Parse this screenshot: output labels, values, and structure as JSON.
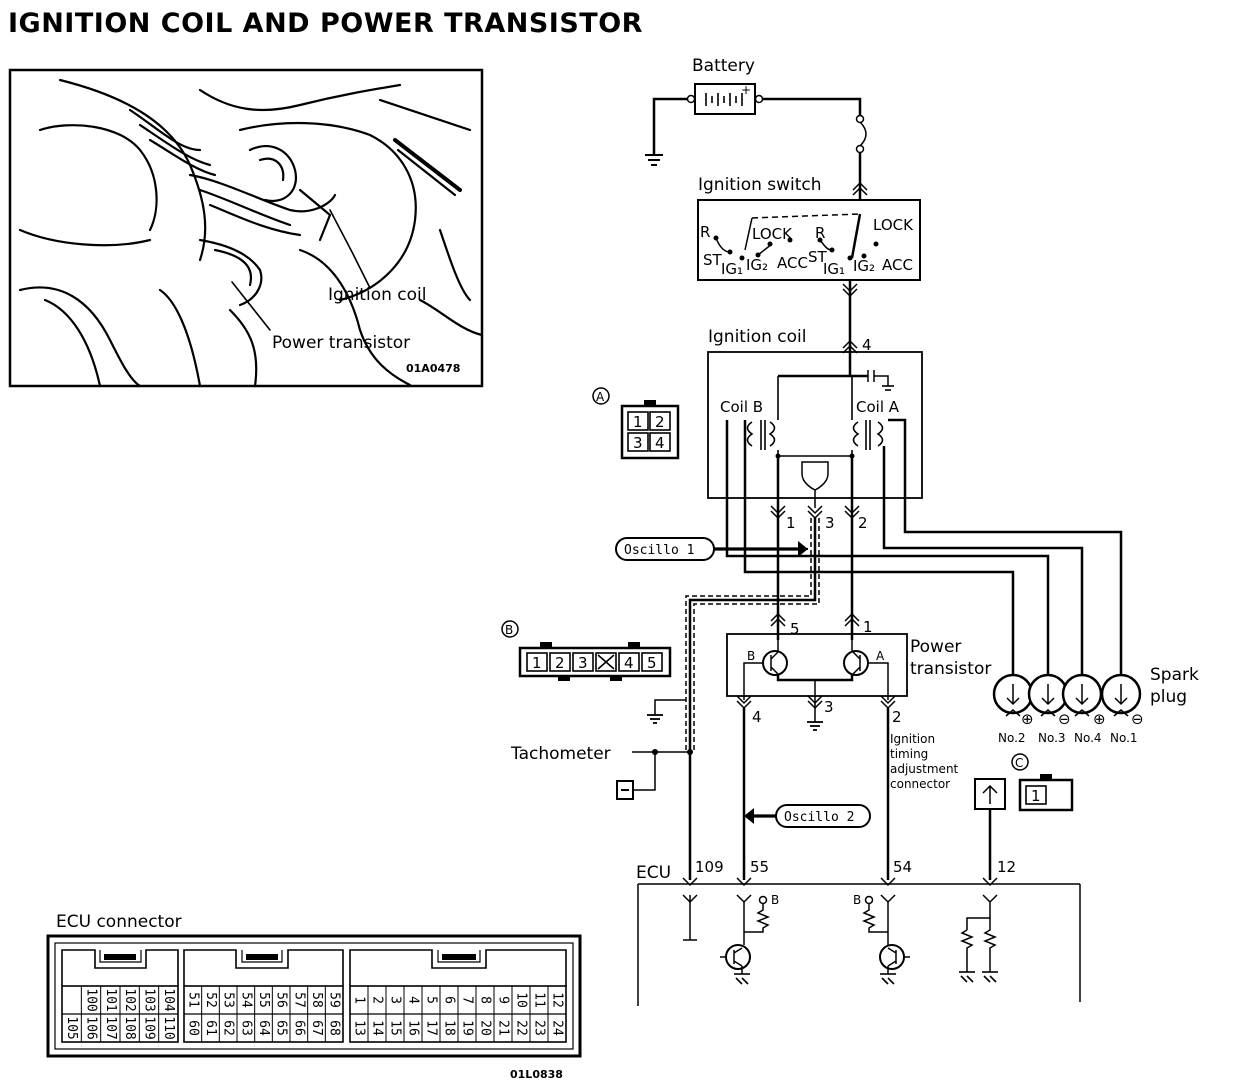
{
  "title": "IGNITION COIL AND POWER TRANSISTOR",
  "photo": {
    "callout_ignition_coil": "Ignition coil",
    "callout_power_transistor": "Power transistor",
    "code": "01A0478"
  },
  "components": {
    "battery": "Battery",
    "ignition_switch": "Ignition switch",
    "ignition_coil": "Ignition coil",
    "coil_a": "Coil A",
    "coil_b": "Coil B",
    "power_transistor_line1": "Power",
    "power_transistor_line2": "transistor",
    "spark_plug_line1": "Spark",
    "spark_plug_line2": "plug",
    "tachometer": "Tachometer",
    "ecu": "ECU",
    "ecu_connector": "ECU connector",
    "ignition_timing_line1": "Ignition",
    "ignition_timing_line2": "timing",
    "ignition_timing_line3": "adjustment",
    "ignition_timing_line4": "connector"
  },
  "switch_positions": {
    "left": {
      "r": "R",
      "lock": "LOCK",
      "st": "ST",
      "ig1": "IG₁",
      "ig2": "IG₂",
      "acc": "ACC"
    },
    "right": {
      "r": "R",
      "lock": "LOCK",
      "st": "ST",
      "ig1": "IG₁",
      "ig2": "IG₂",
      "acc": "ACC"
    }
  },
  "oscillo": {
    "one": "Oscillo 1",
    "two": "Oscillo 2"
  },
  "connector_marks": {
    "a": "A",
    "b": "B",
    "c": "C"
  },
  "connector_a_pins": [
    "1",
    "2",
    "3",
    "4"
  ],
  "connector_b_pins": [
    "1",
    "2",
    "3",
    "4",
    "5"
  ],
  "connector_c_pins": [
    "1"
  ],
  "coil_pins": {
    "top": "4",
    "out1": "1",
    "out3": "3",
    "out2": "2"
  },
  "transistor_pins": {
    "p5": "5",
    "p1": "1",
    "p4": "4",
    "p3": "3",
    "p2": "2",
    "base_b": "B",
    "base_a": "A"
  },
  "spark_plug_numbers": [
    "No.2",
    "No.3",
    "No.4",
    "No.1"
  ],
  "ecu_terminals": {
    "t109": "109",
    "t55": "55",
    "t54": "54",
    "t12": "12"
  },
  "ecu_internal": {
    "b1": "B",
    "b2": "B"
  },
  "ecu_connector_pins": {
    "block1_top": [
      "100",
      "101",
      "102",
      "103",
      "104"
    ],
    "block1_bottom": [
      "105",
      "106",
      "107",
      "108",
      "109",
      "110"
    ],
    "block2_top": [
      "51",
      "52",
      "53",
      "54",
      "55",
      "56",
      "57",
      "58",
      "59"
    ],
    "block2_bottom": [
      "60",
      "61",
      "62",
      "63",
      "64",
      "65",
      "66",
      "67",
      "68"
    ],
    "block3_top": [
      "1",
      "2",
      "3",
      "4",
      "5",
      "6",
      "7",
      "8",
      "9",
      "10",
      "11",
      "12"
    ],
    "block3_bottom": [
      "13",
      "14",
      "15",
      "16",
      "17",
      "18",
      "19",
      "20",
      "21",
      "22",
      "23",
      "24"
    ]
  },
  "ecu_connector_code": "01L0838"
}
